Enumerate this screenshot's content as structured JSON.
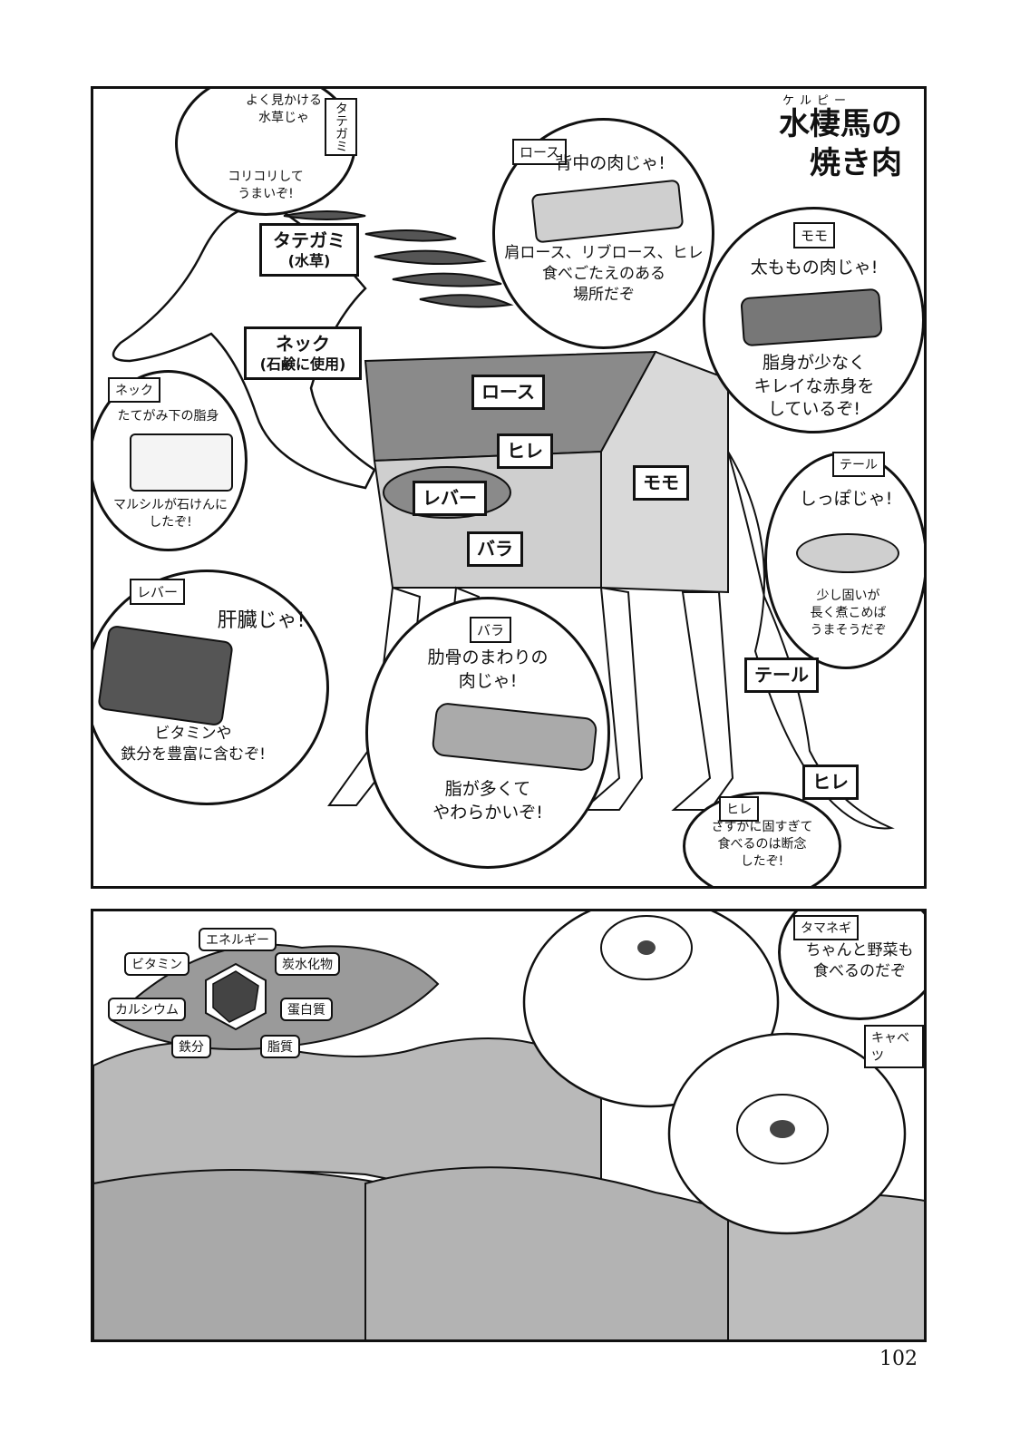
{
  "title": {
    "ruby": "ケルピー",
    "line1": "水棲馬の",
    "line2": "焼き肉"
  },
  "cuts": {
    "tategami": {
      "name": "タテガミ",
      "sub": "(水草)"
    },
    "neck": {
      "name": "ネック",
      "sub": "(石鹸に使用)"
    },
    "loin": "ロース",
    "fillet": "ヒレ",
    "liver": "レバー",
    "belly": "バラ",
    "thigh": "モモ",
    "tail": "テール",
    "fin": "ヒレ"
  },
  "bubbles": {
    "tategami": {
      "tag": "タテガミ",
      "text1": "よく見かける\n水草じゃ",
      "text2": "コリコリして\nうまいぞ!"
    },
    "loin": {
      "tag": "ロース",
      "text1": "背中の肉じゃ!",
      "text2": "肩ロース、リブロース、ヒレ\n食べごたえのある\n場所だぞ"
    },
    "thigh": {
      "tag": "モモ",
      "text1": "太ももの肉じゃ!",
      "text2": "脂身が少なく\nキレイな赤身を\nしているぞ!"
    },
    "neck": {
      "tag": "ネック",
      "text1": "たてがみ下の脂身",
      "text2": "マルシルが石けんに\nしたぞ!"
    },
    "tail": {
      "tag": "テール",
      "text1": "しっぽじゃ!",
      "text2": "少し固いが\n長く煮こめば\nうまそうだぞ"
    },
    "liver": {
      "tag": "レバー",
      "text1": "肝臓じゃ!",
      "text2": "ビタミンや\n鉄分を豊富に含むぞ!"
    },
    "belly": {
      "tag": "バラ",
      "text1": "肋骨のまわりの\n肉じゃ!",
      "text2": "脂が多くて\nやわらかいぞ!"
    },
    "fin": {
      "tag": "ヒレ",
      "text1": "さすがに固すぎて\n食べるのは断念\nしたぞ!"
    }
  },
  "nutrition": {
    "energy": "エネルギー",
    "carbs": "炭水化物",
    "protein": "蛋白質",
    "fat": "脂質",
    "iron": "鉄分",
    "calcium": "カルシウム",
    "vitamin": "ビタミン"
  },
  "veg": {
    "onion_tag": "タマネギ",
    "onion_text": "ちゃんと野菜も\n食べるのだぞ",
    "cabbage_tag": "キャベツ"
  },
  "page_number": "102"
}
